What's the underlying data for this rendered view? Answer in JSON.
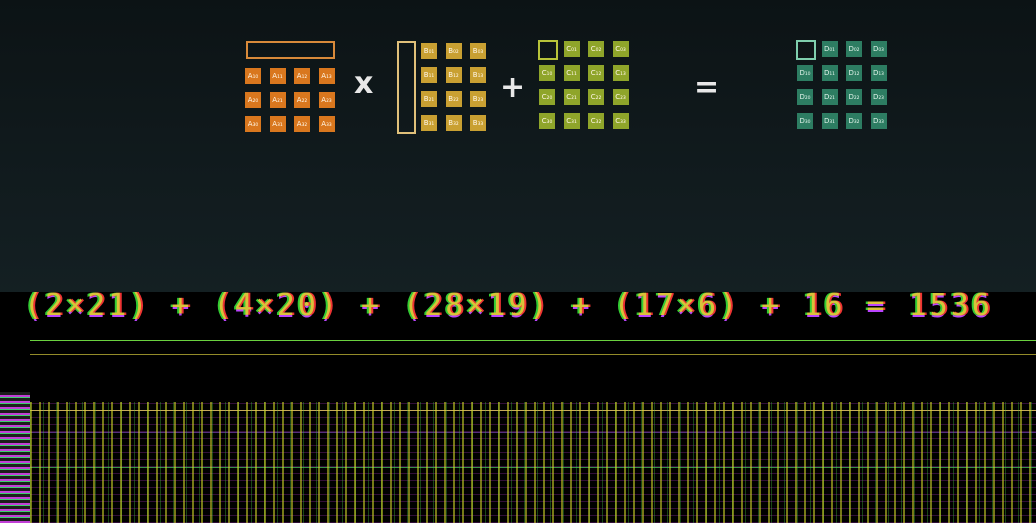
{
  "operators": {
    "times": "x",
    "plus": "+",
    "equals": "="
  },
  "matrix_a": [
    [
      "A₁₀",
      "A₁₁",
      "A₁₂",
      "A₁₃"
    ],
    [
      "A₂₀",
      "A₂₁",
      "A₂₂",
      "A₂₃"
    ],
    [
      "A₃₀",
      "A₃₁",
      "A₃₂",
      "A₃₃"
    ]
  ],
  "matrix_b": [
    [
      "B₀₁",
      "B₀₂",
      "B₀₃"
    ],
    [
      "B₁₁",
      "B₁₂",
      "B₁₃"
    ],
    [
      "B₂₁",
      "B₂₂",
      "B₂₃"
    ],
    [
      "B₃₁",
      "B₃₂",
      "B₃₃"
    ]
  ],
  "matrix_c": [
    [
      "",
      "C₀₁",
      "C₀₂",
      "C₀₃"
    ],
    [
      "C₁₀",
      "C₁₁",
      "C₁₂",
      "C₁₃"
    ],
    [
      "C₂₀",
      "C₂₁",
      "C₂₂",
      "C₂₃"
    ],
    [
      "C₃₀",
      "C₃₁",
      "C₃₂",
      "C₃₃"
    ]
  ],
  "matrix_d": [
    [
      "",
      "D₀₁",
      "D₀₂",
      "D₀₃"
    ],
    [
      "D₁₀",
      "D₁₁",
      "D₁₂",
      "D₁₃"
    ],
    [
      "D₂₀",
      "D₂₁",
      "D₂₂",
      "D₂₃"
    ],
    [
      "D₃₀",
      "D₃₁",
      "D₃₂",
      "D₃₃"
    ]
  ],
  "equation": "(2×21) + (4×20) + (28×19) + (17×6) + 16 = 1536",
  "colors": {
    "a": "#d9771e",
    "b": "#c9a032",
    "c": "#8fa52a",
    "d": "#2d7d62",
    "a_outline": "#d98a3a",
    "b_outline": "#e0c07a",
    "c_outline": "#b8c43a",
    "d_outline": "#7fcfae"
  }
}
